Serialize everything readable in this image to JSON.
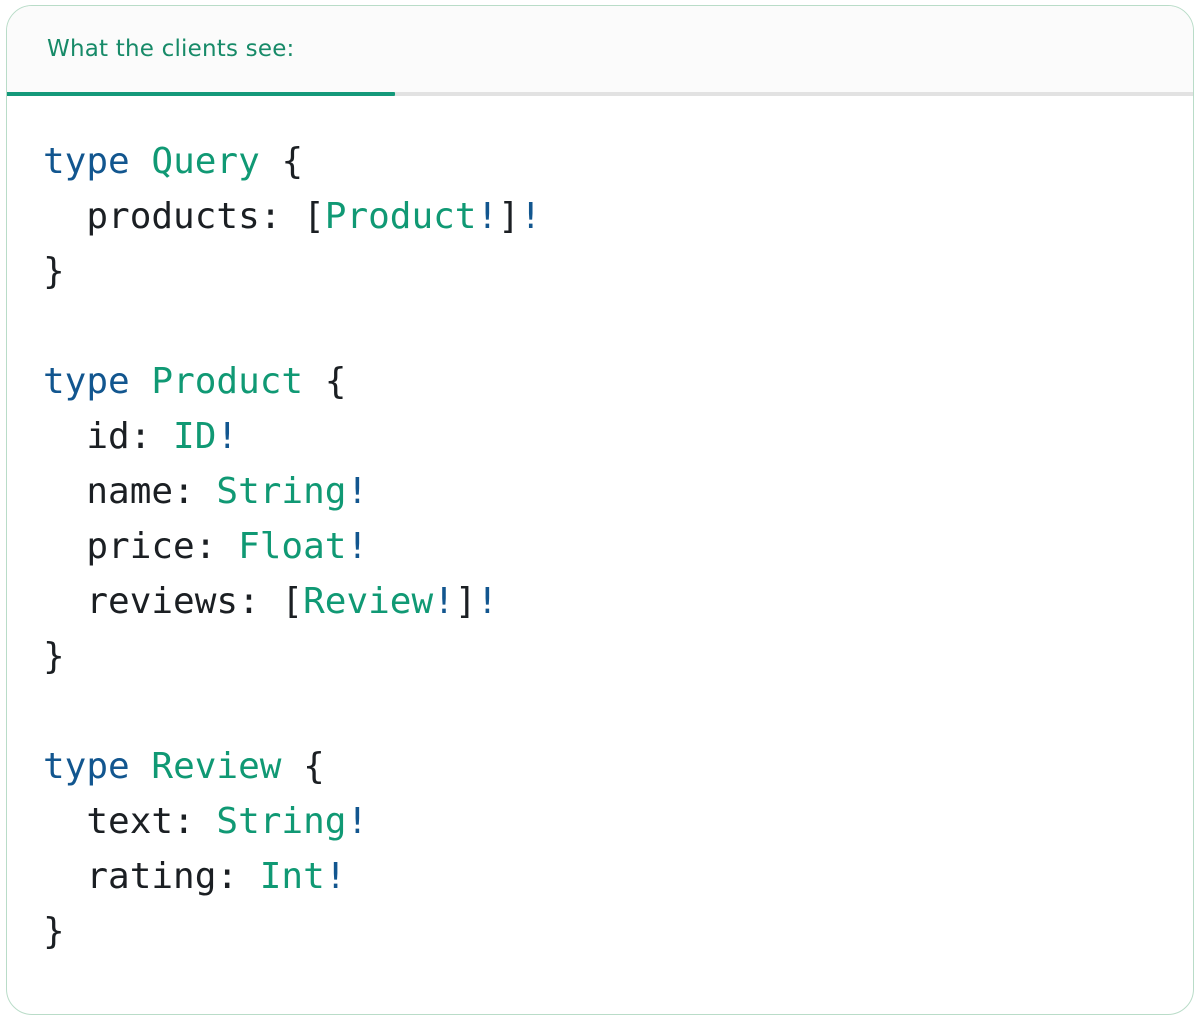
{
  "panel": {
    "tab_label": "What the clients see:",
    "language": "graphql"
  },
  "colors": {
    "tab_text": "#178a68",
    "accent_underline": "#14997a",
    "keyword_blue": "#12568f",
    "type_green": "#109974",
    "code_text": "#1b1f23",
    "divider": "#e2e2e2",
    "card_border": "#b9dcc8",
    "header_bg": "#fbfbfb"
  },
  "code": {
    "plain_text": "type Query {\n  products: [Product!]!\n}\n\ntype Product {\n  id: ID!\n  name: String!\n  price: Float!\n  reviews: [Review!]!\n}\n\ntype Review {\n  text: String!\n  rating: Int!\n}",
    "lines": [
      [
        {
          "t": "type",
          "s": "kw"
        },
        {
          "t": " ",
          "s": "pl"
        },
        {
          "t": "Query",
          "s": "ty"
        },
        {
          "t": " {",
          "s": "pl"
        }
      ],
      [
        {
          "t": "  products: [",
          "s": "pl"
        },
        {
          "t": "Product",
          "s": "ty"
        },
        {
          "t": "!",
          "s": "kw"
        },
        {
          "t": "]",
          "s": "pl"
        },
        {
          "t": "!",
          "s": "kw"
        }
      ],
      [
        {
          "t": "}",
          "s": "pl"
        }
      ],
      [],
      [
        {
          "t": "type",
          "s": "kw"
        },
        {
          "t": " ",
          "s": "pl"
        },
        {
          "t": "Product",
          "s": "ty"
        },
        {
          "t": " {",
          "s": "pl"
        }
      ],
      [
        {
          "t": "  id: ",
          "s": "pl"
        },
        {
          "t": "ID",
          "s": "ty"
        },
        {
          "t": "!",
          "s": "kw"
        }
      ],
      [
        {
          "t": "  name: ",
          "s": "pl"
        },
        {
          "t": "String",
          "s": "ty"
        },
        {
          "t": "!",
          "s": "kw"
        }
      ],
      [
        {
          "t": "  price: ",
          "s": "pl"
        },
        {
          "t": "Float",
          "s": "ty"
        },
        {
          "t": "!",
          "s": "kw"
        }
      ],
      [
        {
          "t": "  reviews: [",
          "s": "pl"
        },
        {
          "t": "Review",
          "s": "ty"
        },
        {
          "t": "!",
          "s": "kw"
        },
        {
          "t": "]",
          "s": "pl"
        },
        {
          "t": "!",
          "s": "kw"
        }
      ],
      [
        {
          "t": "}",
          "s": "pl"
        }
      ],
      [],
      [
        {
          "t": "type",
          "s": "kw"
        },
        {
          "t": " ",
          "s": "pl"
        },
        {
          "t": "Review",
          "s": "ty"
        },
        {
          "t": " {",
          "s": "pl"
        }
      ],
      [
        {
          "t": "  text: ",
          "s": "pl"
        },
        {
          "t": "String",
          "s": "ty"
        },
        {
          "t": "!",
          "s": "kw"
        }
      ],
      [
        {
          "t": "  rating: ",
          "s": "pl"
        },
        {
          "t": "Int",
          "s": "ty"
        },
        {
          "t": "!",
          "s": "kw"
        }
      ],
      [
        {
          "t": "}",
          "s": "pl"
        }
      ]
    ]
  }
}
